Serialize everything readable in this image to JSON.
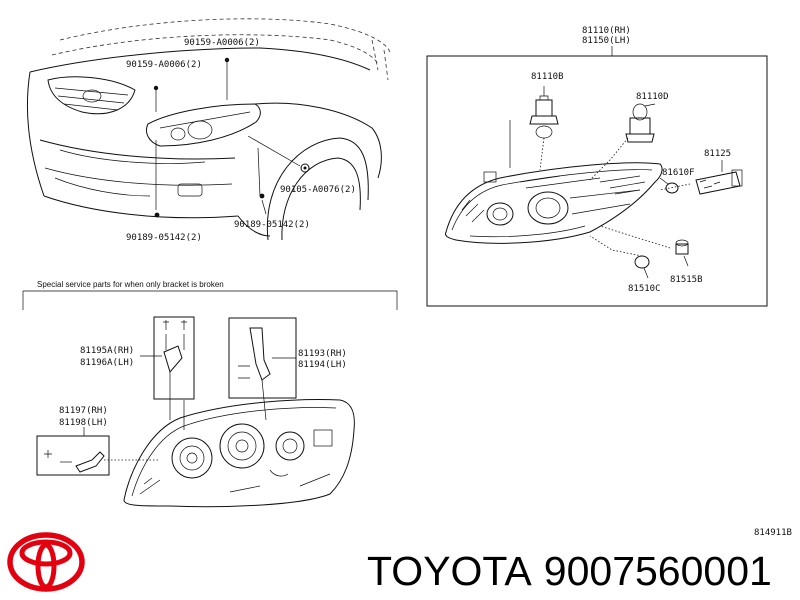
{
  "parts": {
    "p90159_top": "90159-A0006(2)",
    "p90159_left": "90159-A0006(2)",
    "p90105": "90105-A0076(2)",
    "p90189_left": "90189-05142(2)",
    "p90189_mid": "90189-05142(2)",
    "p81110": "81110(RH)",
    "p81150": "81150(LH)",
    "p81110b": "81110B",
    "p81110d": "81110D",
    "p81125": "81125",
    "p81610f": "81610F",
    "p81515b": "81515B",
    "p81510c": "81510C",
    "p81195a": "81195A(RH)",
    "p81196a": "81196A(LH)",
    "p81193": "81193(RH)",
    "p81194": "81194(LH)",
    "p81197": "81197(RH)",
    "p81198": "81198(LH)"
  },
  "service_note": "Special service parts for when only bracket is broken",
  "diagram_code": "814911B",
  "footer": {
    "brand": "TOYOTA",
    "part_number": "9007560001"
  },
  "colors": {
    "logo": "#e3000f",
    "ink": "#111111"
  }
}
